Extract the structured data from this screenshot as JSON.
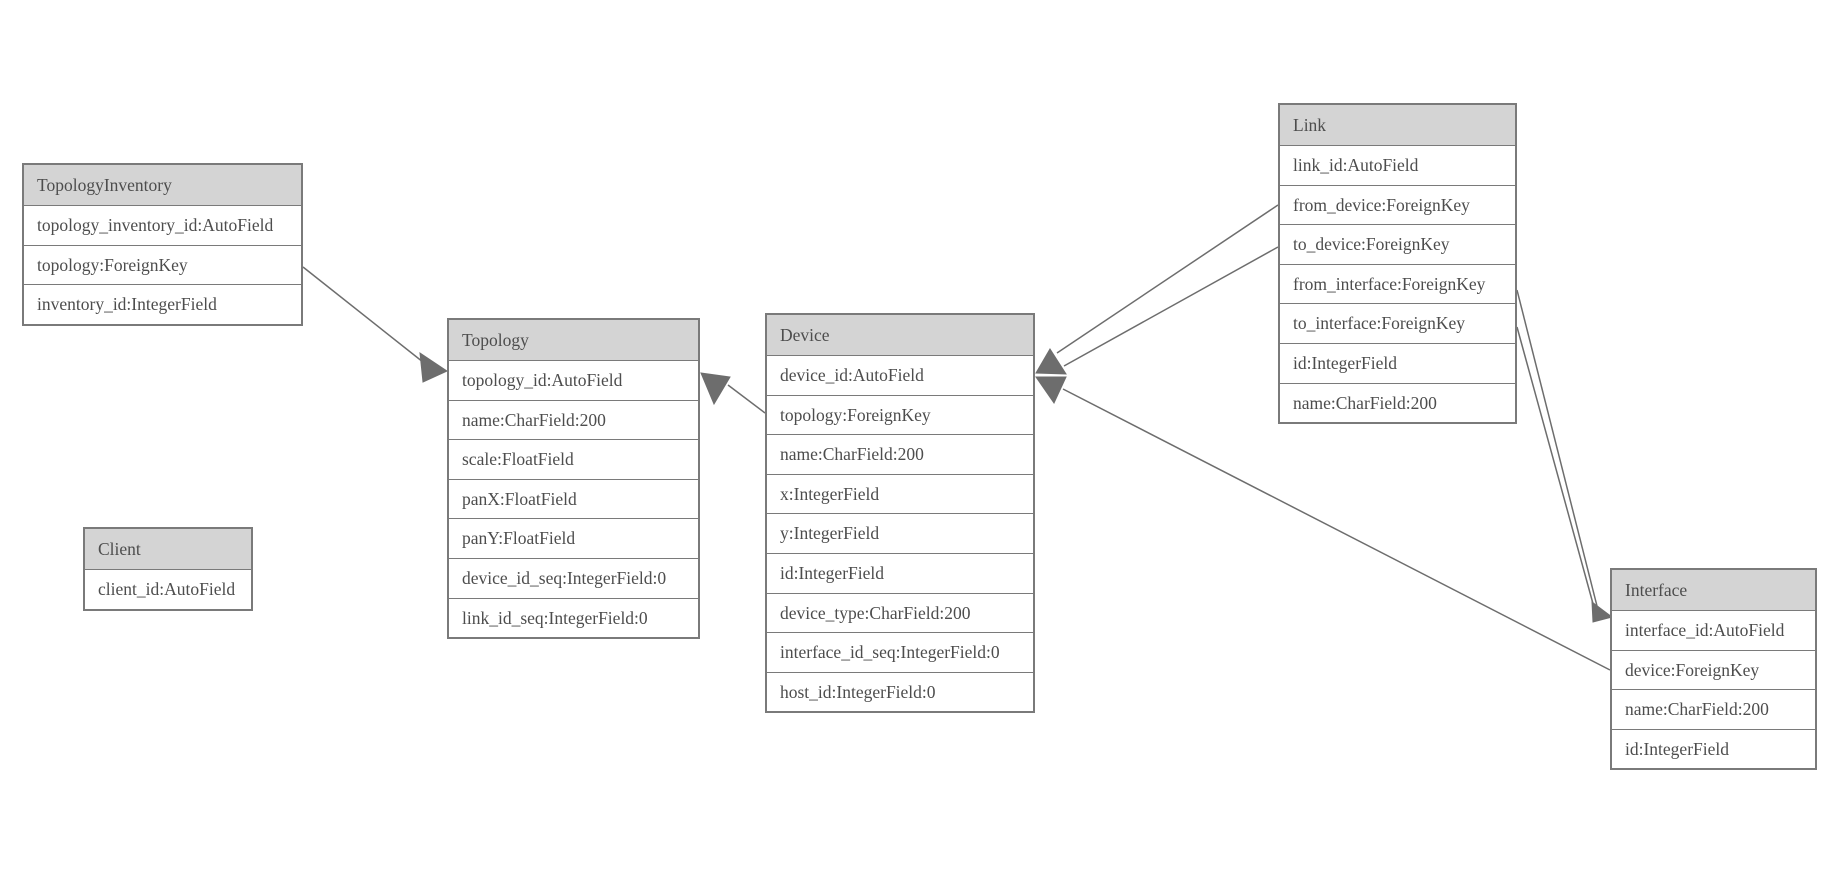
{
  "diagram": {
    "kind": "django-model-entity-relationship-diagram",
    "tables": [
      {
        "id": "topology_inventory",
        "title": "TopologyInventory",
        "fields": [
          "topology_inventory_id:AutoField",
          "topology:ForeignKey",
          "inventory_id:IntegerField"
        ]
      },
      {
        "id": "topology",
        "title": "Topology",
        "fields": [
          "topology_id:AutoField",
          "name:CharField:200",
          "scale:FloatField",
          "panX:FloatField",
          "panY:FloatField",
          "device_id_seq:IntegerField:0",
          "link_id_seq:IntegerField:0"
        ]
      },
      {
        "id": "client",
        "title": "Client",
        "fields": [
          "client_id:AutoField"
        ]
      },
      {
        "id": "device",
        "title": "Device",
        "fields": [
          "device_id:AutoField",
          "topology:ForeignKey",
          "name:CharField:200",
          "x:IntegerField",
          "y:IntegerField",
          "id:IntegerField",
          "device_type:CharField:200",
          "interface_id_seq:IntegerField:0",
          "host_id:IntegerField:0"
        ]
      },
      {
        "id": "link",
        "title": "Link",
        "fields": [
          "link_id:AutoField",
          "from_device:ForeignKey",
          "to_device:ForeignKey",
          "from_interface:ForeignKey",
          "to_interface:ForeignKey",
          "id:IntegerField",
          "name:CharField:200"
        ]
      },
      {
        "id": "interface",
        "title": "Interface",
        "fields": [
          "interface_id:AutoField",
          "device:ForeignKey",
          "name:CharField:200",
          "id:IntegerField"
        ]
      }
    ],
    "edges": [
      {
        "from": "TopologyInventory.topology",
        "to": "Topology.topology_id"
      },
      {
        "from": "Device.topology",
        "to": "Topology.topology_id"
      },
      {
        "from": "Link.from_device",
        "to": "Device.device_id"
      },
      {
        "from": "Link.to_device",
        "to": "Device.device_id"
      },
      {
        "from": "Link.from_interface",
        "to": "Interface.interface_id"
      },
      {
        "from": "Link.to_interface",
        "to": "Interface.interface_id"
      },
      {
        "from": "Interface.device",
        "to": "Device.device_id"
      }
    ],
    "colors": {
      "background": "#ffffff",
      "header_bg": "#d4d4d4",
      "border": "#7a7a7a",
      "text": "#4d4d4d",
      "edge": "#6d6d6d"
    }
  }
}
